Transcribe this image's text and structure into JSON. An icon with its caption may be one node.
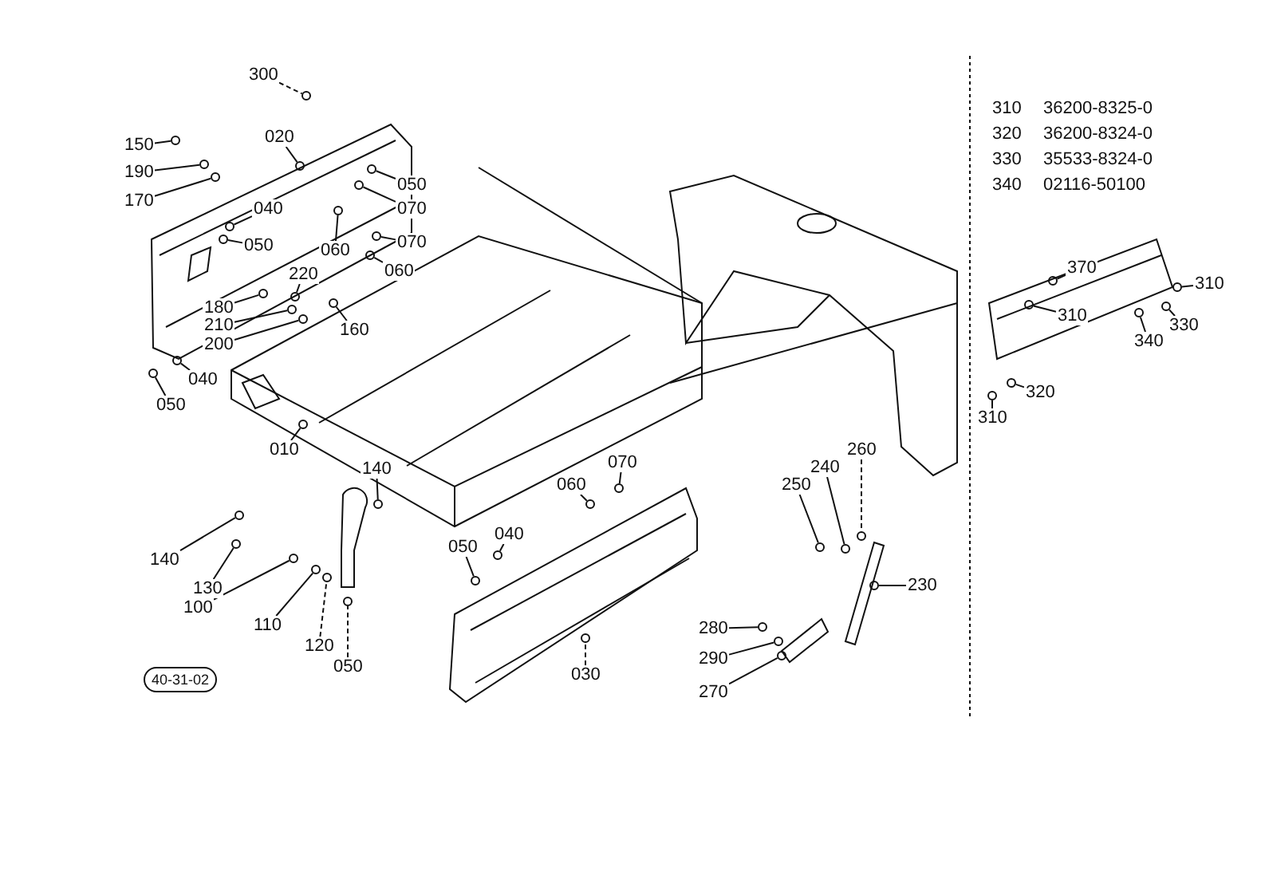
{
  "diagram": {
    "nodes": [
      {
        "text": [
          "300"
        ]
      },
      {
        "text": [
          "150"
        ]
      },
      {
        "text": [
          "190"
        ]
      },
      {
        "text": [
          "170"
        ]
      },
      {
        "text": [
          "020"
        ]
      },
      {
        "text": [
          "050"
        ]
      },
      {
        "text": [
          "070"
        ]
      },
      {
        "text": [
          "040"
        ]
      },
      {
        "text": [
          "050"
        ]
      },
      {
        "text": [
          "060"
        ]
      },
      {
        "text": [
          "070"
        ]
      },
      {
        "text": [
          "060"
        ]
      },
      {
        "text": [
          "220"
        ]
      },
      {
        "text": [
          "180"
        ]
      },
      {
        "text": [
          "210"
        ]
      },
      {
        "text": [
          "200"
        ]
      },
      {
        "text": [
          "160"
        ]
      },
      {
        "text": [
          "040"
        ]
      },
      {
        "text": [
          "050"
        ]
      },
      {
        "text": [
          "010"
        ]
      },
      {
        "text": [
          "140"
        ]
      },
      {
        "text": [
          "140"
        ]
      },
      {
        "text": [
          "130"
        ]
      },
      {
        "text": [
          "100"
        ]
      },
      {
        "text": [
          "110"
        ]
      },
      {
        "text": [
          "120"
        ]
      },
      {
        "text": [
          "050"
        ]
      },
      {
        "text": [
          "060"
        ]
      },
      {
        "text": [
          "070"
        ]
      },
      {
        "text": [
          "040"
        ]
      },
      {
        "text": [
          "050"
        ]
      },
      {
        "text": [
          "030"
        ]
      },
      {
        "text": [
          "250"
        ]
      },
      {
        "text": [
          "240"
        ]
      },
      {
        "text": [
          "260"
        ]
      },
      {
        "text": [
          "230"
        ]
      },
      {
        "text": [
          "280"
        ]
      },
      {
        "text": [
          "290"
        ]
      },
      {
        "text": [
          "270"
        ]
      },
      {
        "text": [
          "370"
        ]
      },
      {
        "text": [
          "310"
        ]
      },
      {
        "text": [
          "310"
        ]
      },
      {
        "text": [
          "330"
        ]
      },
      {
        "text": [
          "340"
        ]
      },
      {
        "text": [
          "320"
        ]
      },
      {
        "text": [
          "310"
        ]
      },
      {
        "text": [
          "40-31-02"
        ]
      },
      {
        "text": [],
        "shape": "circle"
      },
      {
        "text": [],
        "shape": "circle"
      },
      {
        "text": [],
        "shape": "circle"
      },
      {
        "text": [],
        "shape": "circle"
      },
      {
        "text": [],
        "shape": "circle"
      },
      {
        "text": [],
        "shape": "circle"
      },
      {
        "text": [],
        "shape": "circle"
      },
      {
        "text": [],
        "shape": "circle"
      },
      {
        "text": [],
        "shape": "circle"
      },
      {
        "text": [],
        "shape": "circle"
      },
      {
        "text": [],
        "shape": "circle"
      },
      {
        "text": [],
        "shape": "circle"
      },
      {
        "text": [],
        "shape": "circle"
      },
      {
        "text": [],
        "shape": "circle"
      },
      {
        "text": [],
        "shape": "circle"
      },
      {
        "text": [],
        "shape": "circle"
      },
      {
        "text": [],
        "shape": "circle"
      },
      {
        "text": [],
        "shape": "circle"
      },
      {
        "text": [],
        "shape": "circle"
      },
      {
        "text": [],
        "shape": "circle"
      },
      {
        "text": [],
        "shape": "circle"
      },
      {
        "text": [],
        "shape": "circle"
      },
      {
        "text": [],
        "shape": "circle"
      },
      {
        "text": [],
        "shape": "circle"
      },
      {
        "text": [],
        "shape": "circle"
      },
      {
        "text": [],
        "shape": "circle"
      },
      {
        "text": [],
        "shape": "circle"
      },
      {
        "text": [],
        "shape": "circle"
      },
      {
        "text": [],
        "shape": "circle"
      },
      {
        "text": [],
        "shape": "circle"
      },
      {
        "text": [],
        "shape": "circle"
      },
      {
        "text": [],
        "shape": "circle"
      },
      {
        "text": [],
        "shape": "circle"
      },
      {
        "text": [],
        "shape": "circle"
      },
      {
        "text": [],
        "shape": "circle"
      },
      {
        "text": [],
        "shape": "circle"
      },
      {
        "text": [],
        "shape": "circle"
      },
      {
        "text": [],
        "shape": "circle"
      },
      {
        "text": [],
        "shape": "circle"
      },
      {
        "text": [],
        "shape": "circle"
      },
      {
        "text": [],
        "shape": "circle"
      },
      {
        "text": [],
        "shape": "circle"
      },
      {
        "text": [],
        "shape": "circle"
      },
      {
        "text": [],
        "shape": "circle"
      },
      {
        "text": [],
        "shape": "circle"
      },
      {
        "text": [],
        "shape": "circle"
      }
    ],
    "edges": [
      {
        "from": 0,
        "to": 47,
        "arrow": "none",
        "style": "dashed"
      },
      {
        "from": 1,
        "to": 48,
        "arrow": "none"
      },
      {
        "from": 2,
        "to": 49,
        "arrow": "none"
      },
      {
        "from": 3,
        "to": 50,
        "arrow": "none"
      },
      {
        "from": 4,
        "to": 51,
        "arrow": "none"
      },
      {
        "from": 5,
        "to": 52,
        "arrow": "none"
      },
      {
        "from": 6,
        "to": 53,
        "arrow": "none"
      },
      {
        "from": 7,
        "to": 54,
        "arrow": "none"
      },
      {
        "from": 8,
        "to": 55,
        "arrow": "none"
      },
      {
        "from": 9,
        "to": 56,
        "arrow": "none"
      },
      {
        "from": 10,
        "to": 57,
        "arrow": "none"
      },
      {
        "from": 11,
        "to": 58,
        "arrow": "none"
      },
      {
        "from": 12,
        "to": 59,
        "arrow": "none"
      },
      {
        "from": 13,
        "to": 60,
        "arrow": "none"
      },
      {
        "from": 14,
        "to": 61,
        "arrow": "none"
      },
      {
        "from": 15,
        "to": 62,
        "arrow": "none"
      },
      {
        "from": 16,
        "to": 63,
        "arrow": "none"
      },
      {
        "from": 17,
        "to": 64,
        "arrow": "none"
      },
      {
        "from": 18,
        "to": 65,
        "arrow": "none"
      },
      {
        "from": 19,
        "to": 66,
        "arrow": "none"
      },
      {
        "from": 20,
        "to": 67,
        "arrow": "none"
      },
      {
        "from": 21,
        "to": 68,
        "arrow": "none"
      },
      {
        "from": 22,
        "to": 69,
        "arrow": "none"
      },
      {
        "from": 23,
        "to": 70,
        "arrow": "none"
      },
      {
        "from": 24,
        "to": 71,
        "arrow": "none"
      },
      {
        "from": 25,
        "to": 72,
        "arrow": "none",
        "style": "dashed"
      },
      {
        "from": 26,
        "to": 73,
        "arrow": "none",
        "style": "dashed"
      },
      {
        "from": 27,
        "to": 74,
        "arrow": "none"
      },
      {
        "from": 28,
        "to": 75,
        "arrow": "none"
      },
      {
        "from": 29,
        "to": 76,
        "arrow": "none"
      },
      {
        "from": 30,
        "to": 77,
        "arrow": "none"
      },
      {
        "from": 31,
        "to": 78,
        "arrow": "none",
        "style": "dashed"
      },
      {
        "from": 32,
        "to": 79,
        "arrow": "none"
      },
      {
        "from": 33,
        "to": 80,
        "arrow": "none"
      },
      {
        "from": 34,
        "to": 81,
        "arrow": "none",
        "style": "dashed"
      },
      {
        "from": 35,
        "to": 82,
        "arrow": "none"
      },
      {
        "from": 36,
        "to": 83,
        "arrow": "none"
      },
      {
        "from": 37,
        "to": 84,
        "arrow": "none"
      },
      {
        "from": 38,
        "to": 85,
        "arrow": "none"
      },
      {
        "from": 39,
        "to": 86,
        "arrow": "none"
      },
      {
        "from": 40,
        "to": 87,
        "arrow": "none"
      },
      {
        "from": 41,
        "to": 88,
        "arrow": "none"
      },
      {
        "from": 42,
        "to": 89,
        "arrow": "none"
      },
      {
        "from": 43,
        "to": 90,
        "arrow": "none"
      },
      {
        "from": 44,
        "to": 91,
        "arrow": "none"
      },
      {
        "from": 45,
        "to": 92,
        "arrow": "none"
      }
    ],
    "labels": [
      "310",
      "36200-8325-0",
      "320",
      "36200-8324-0",
      "330",
      "35533-8324-0",
      "340",
      "02116-50100"
    ]
  }
}
